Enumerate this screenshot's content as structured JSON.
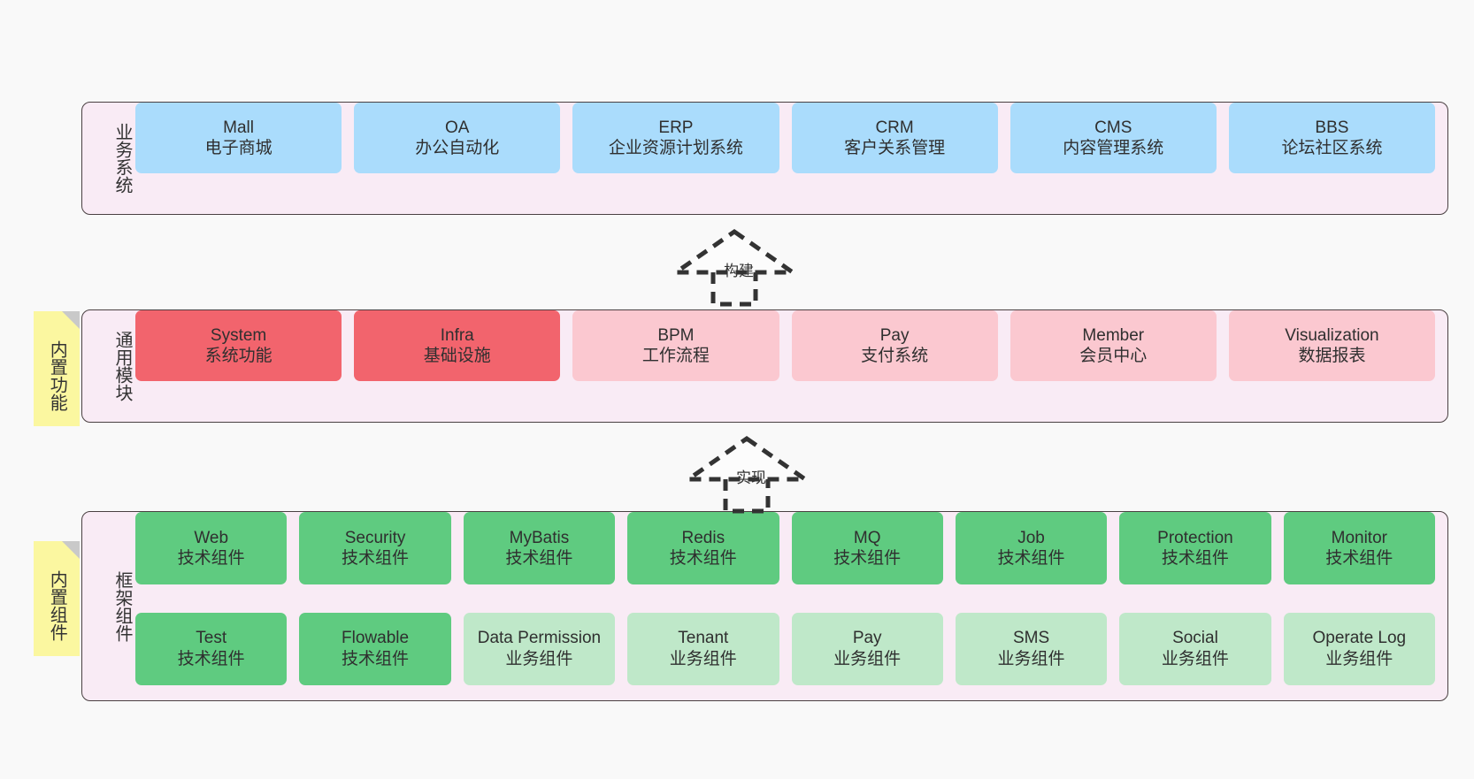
{
  "colors": {
    "canvas_bg": "#f9f9f9",
    "layer_bg": "#f9ebf5",
    "layer_border": "#4a4042",
    "business_card": "#aadcfc",
    "module_core": "#f2646d",
    "module_plain": "#fbc8d0",
    "tech_component": "#5fcb80",
    "biz_component": "#bfe8c9",
    "note_bg": "#fbf7a0",
    "note_fold": "#c9c9c9",
    "text": "#333333"
  },
  "layers": [
    {
      "id": "business-systems",
      "title": "业务系统",
      "rows": [
        {
          "style": "c-blue",
          "cards": [
            {
              "name": "Mall",
              "desc": "电子商城"
            },
            {
              "name": "OA",
              "desc": "办公自动化"
            },
            {
              "name": "ERP",
              "desc": "企业资源计划系统"
            },
            {
              "name": "CRM",
              "desc": "客户关系管理"
            },
            {
              "name": "CMS",
              "desc": "内容管理系统"
            },
            {
              "name": "BBS",
              "desc": "论坛社区系统"
            }
          ]
        }
      ]
    },
    {
      "id": "common-modules",
      "title": "通用模块",
      "rows": [
        {
          "style": "mixed",
          "cards": [
            {
              "name": "System",
              "desc": "系统功能",
              "style": "c-red"
            },
            {
              "name": "Infra",
              "desc": "基础设施",
              "style": "c-red"
            },
            {
              "name": "BPM",
              "desc": "工作流程",
              "style": "c-pink"
            },
            {
              "name": "Pay",
              "desc": "支付系统",
              "style": "c-pink"
            },
            {
              "name": "Member",
              "desc": "会员中心",
              "style": "c-pink"
            },
            {
              "name": "Visualization",
              "desc": "数据报表",
              "style": "c-pink"
            }
          ]
        }
      ]
    },
    {
      "id": "framework-components",
      "title": "框架组件",
      "rows": [
        {
          "style": "c-green",
          "cards": [
            {
              "name": "Web",
              "desc": "技术组件"
            },
            {
              "name": "Security",
              "desc": "技术组件"
            },
            {
              "name": "MyBatis",
              "desc": "技术组件"
            },
            {
              "name": "Redis",
              "desc": "技术组件"
            },
            {
              "name": "MQ",
              "desc": "技术组件"
            },
            {
              "name": "Job",
              "desc": "技术组件"
            },
            {
              "name": "Protection",
              "desc": "技术组件"
            },
            {
              "name": "Monitor",
              "desc": "技术组件"
            }
          ]
        },
        {
          "style": "mixed",
          "cards": [
            {
              "name": "Test",
              "desc": "技术组件",
              "style": "c-green"
            },
            {
              "name": "Flowable",
              "desc": "技术组件",
              "style": "c-green"
            },
            {
              "name": "Data Permission",
              "desc": "业务组件",
              "style": "c-greenlight"
            },
            {
              "name": "Tenant",
              "desc": "业务组件",
              "style": "c-greenlight"
            },
            {
              "name": "Pay",
              "desc": "业务组件",
              "style": "c-greenlight"
            },
            {
              "name": "SMS",
              "desc": "业务组件",
              "style": "c-greenlight"
            },
            {
              "name": "Social",
              "desc": "业务组件",
              "style": "c-greenlight"
            },
            {
              "name": "Operate Log",
              "desc": "业务组件",
              "style": "c-greenlight"
            }
          ]
        }
      ]
    }
  ],
  "notes": [
    {
      "id": "builtin-features",
      "text": "内置功能"
    },
    {
      "id": "builtin-components",
      "text": "内置组件"
    }
  ],
  "connectors": [
    {
      "id": "build",
      "label": "构建",
      "from": "common-modules",
      "to": "business-systems"
    },
    {
      "id": "implement",
      "label": "实现",
      "from": "framework-components",
      "to": "common-modules"
    }
  ]
}
